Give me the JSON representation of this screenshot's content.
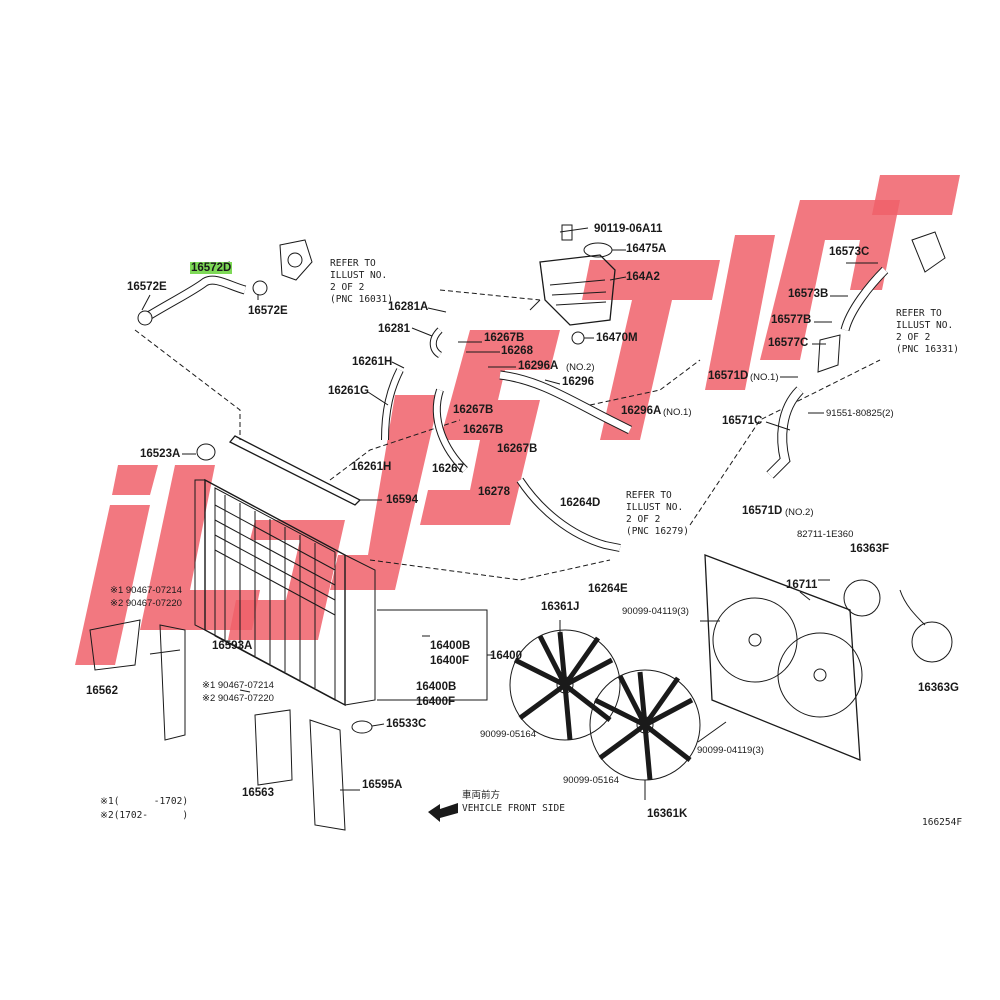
{
  "diagram": {
    "watermark_color": "#f0606a",
    "highlight_color": "#7ed957",
    "line_color": "#1a1a1a",
    "figure_id": "166254F",
    "direction": {
      "label_jp": "車両前方",
      "label_en": "VEHICLE FRONT SIDE"
    },
    "footnotes": [
      {
        "mark": "※1",
        "text": "(      -1702)"
      },
      {
        "mark": "※2",
        "text": "(1702-      )"
      }
    ],
    "refer_notes": [
      {
        "lines": [
          "REFER TO",
          "ILLUST NO.",
          "2 OF 2",
          "(PNC 16031)"
        ]
      },
      {
        "lines": [
          "REFER TO",
          "ILLUST NO.",
          "2 OF 2",
          "(PNC 16279)"
        ]
      },
      {
        "lines": [
          "REFER TO",
          "ILLUST NO.",
          "2 OF 2",
          "(PNC 16331)"
        ]
      }
    ],
    "parts": [
      {
        "id": "16572D",
        "text": "16572D",
        "highlighted": true
      },
      {
        "id": "16572E_a",
        "text": "16572E"
      },
      {
        "id": "16572E_b",
        "text": "16572E"
      },
      {
        "id": "90119-06A11",
        "text": "90119-06A11"
      },
      {
        "id": "16475A",
        "text": "16475A"
      },
      {
        "id": "164A2",
        "text": "164A2"
      },
      {
        "id": "16470M",
        "text": "16470M"
      },
      {
        "id": "16281A",
        "text": "16281A"
      },
      {
        "id": "16281",
        "text": "16281"
      },
      {
        "id": "16261H_a",
        "text": "16261H"
      },
      {
        "id": "16261G",
        "text": "16261G"
      },
      {
        "id": "16261H_b",
        "text": "16261H"
      },
      {
        "id": "16267B_a",
        "text": "16267B"
      },
      {
        "id": "16268",
        "text": "16268"
      },
      {
        "id": "16296A_2",
        "text": "16296A"
      },
      {
        "id": "16296A_2_note",
        "text": "(NO.2)"
      },
      {
        "id": "16296",
        "text": "16296"
      },
      {
        "id": "16296A_1",
        "text": "16296A"
      },
      {
        "id": "16296A_1_note",
        "text": "(NO.1)"
      },
      {
        "id": "16267B_b",
        "text": "16267B"
      },
      {
        "id": "16267B_c",
        "text": "16267B"
      },
      {
        "id": "16267B_d",
        "text": "16267B"
      },
      {
        "id": "16267",
        "text": "16267"
      },
      {
        "id": "16278",
        "text": "16278"
      },
      {
        "id": "16264D",
        "text": "16264D"
      },
      {
        "id": "16264E",
        "text": "16264E"
      },
      {
        "id": "16523A",
        "text": "16523A"
      },
      {
        "id": "16594",
        "text": "16594"
      },
      {
        "id": "16573C",
        "text": "16573C"
      },
      {
        "id": "16573B",
        "text": "16573B"
      },
      {
        "id": "16577B",
        "text": "16577B"
      },
      {
        "id": "16577C",
        "text": "16577C"
      },
      {
        "id": "16571D_1",
        "text": "16571D"
      },
      {
        "id": "16571D_1_note",
        "text": "(NO.1)"
      },
      {
        "id": "91551-80825",
        "text": "91551-80825(2)"
      },
      {
        "id": "16571C",
        "text": "16571C"
      },
      {
        "id": "16571D_2",
        "text": "16571D"
      },
      {
        "id": "16571D_2_note",
        "text": "(NO.2)"
      },
      {
        "id": "82711-1E360",
        "text": "82711-1E360"
      },
      {
        "id": "16363F",
        "text": "16363F"
      },
      {
        "id": "16711",
        "text": "16711"
      },
      {
        "id": "16363G",
        "text": "16363G"
      },
      {
        "id": "90099-04119_a",
        "text": "90099-04119(3)"
      },
      {
        "id": "90099-04119_b",
        "text": "90099-04119(3)"
      },
      {
        "id": "16361J",
        "text": "16361J"
      },
      {
        "id": "16361K",
        "text": "16361K"
      },
      {
        "id": "90099-05164_a",
        "text": "90099-05164"
      },
      {
        "id": "90099-05164_b",
        "text": "90099-05164"
      },
      {
        "id": "16400B_a",
        "text": "16400B"
      },
      {
        "id": "16400F_a",
        "text": "16400F"
      },
      {
        "id": "16400",
        "text": "16400"
      },
      {
        "id": "16400B_b",
        "text": "16400B"
      },
      {
        "id": "16400F_b",
        "text": "16400F"
      },
      {
        "id": "16533C",
        "text": "16533C"
      },
      {
        "id": "16595A",
        "text": "16595A"
      },
      {
        "id": "16563",
        "text": "16563"
      },
      {
        "id": "16593A",
        "text": "16593A"
      },
      {
        "id": "16562",
        "text": "16562"
      },
      {
        "id": "90467-07214_a",
        "text": "※1 90467-07214"
      },
      {
        "id": "90467-07220_a",
        "text": "※2 90467-07220"
      },
      {
        "id": "90467-07214_b",
        "text": "※1 90467-07214"
      },
      {
        "id": "90467-07220_b",
        "text": "※2 90467-07220"
      }
    ]
  }
}
